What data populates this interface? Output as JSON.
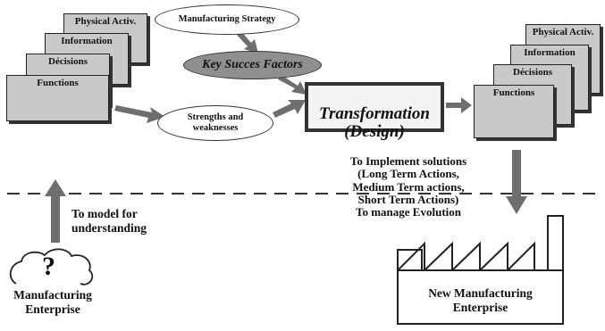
{
  "left_stack": [
    "Physical Activ.",
    "Information",
    "Décisions",
    "Functions"
  ],
  "right_stack": [
    "Physical Activ.",
    "Information",
    "Décisions",
    "Functions"
  ],
  "manufacturing_strategy": "Manufacturing Strategy",
  "key_success_factors": "Key Succes Factors",
  "strengths_weaknesses": "Strengths and\nweaknesses",
  "transformation": "Transformation\n(Design)",
  "implement_text": "To Implement solutions\n(Long Term Actions,\nMedium Term actions,\nShort Term Actions)\nTo manage Evolution",
  "model_text": "To model for\nunderstanding",
  "question_mark": "?",
  "manufacturing_enterprise": "Manufacturing\nEnterprise",
  "new_manufacturing_enterprise": "New Manufacturing\nEnterprise",
  "colors": {
    "card_fill": "#c9c9c9",
    "arrow": "#6e6e6e",
    "ellipse_dark": "#8f8f8f"
  }
}
